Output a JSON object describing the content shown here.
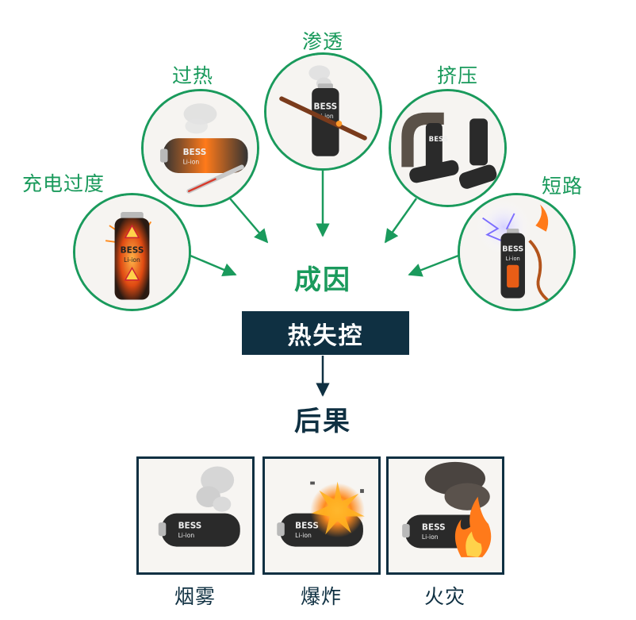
{
  "colors": {
    "accent_green": "#1a9a5c",
    "navy": "#0f3042",
    "battery_body": "#2a2a2a",
    "fire": "#ff7a1a"
  },
  "causes": {
    "overcharge": {
      "label": "充电过度",
      "icon": "overcharged-battery-icon",
      "battery_text": "BESS",
      "battery_subtext": "Li-ion"
    },
    "overheat": {
      "label": "过热",
      "icon": "overheated-battery-thermometer-icon",
      "battery_text": "BESS",
      "battery_subtext": "Li-ion"
    },
    "penetration": {
      "label": "渗透",
      "icon": "nail-penetration-battery-icon",
      "battery_text": "BESS",
      "battery_subtext": "Li-ion"
    },
    "crush": {
      "label": "挤压",
      "icon": "crushed-battery-vise-icon",
      "battery_text": "BESS",
      "battery_subtext": ""
    },
    "short_circuit": {
      "label": "短路",
      "icon": "short-circuit-battery-icon",
      "battery_text": "BESS",
      "battery_subtext": "Li-ion"
    }
  },
  "center": {
    "causes_label": "成因"
  },
  "title": {
    "label": "热失控"
  },
  "result": {
    "label": "后果"
  },
  "effects": {
    "smoke": {
      "label": "烟雾",
      "icon": "smoking-battery-icon",
      "battery_text": "BESS",
      "battery_subtext": "Li-ion"
    },
    "explosion": {
      "label": "爆炸",
      "icon": "exploding-battery-icon",
      "battery_text": "BESS",
      "battery_subtext": "Li-ion"
    },
    "fire": {
      "label": "火灾",
      "icon": "burning-battery-icon",
      "battery_text": "BESS",
      "battery_subtext": "Li-ion"
    }
  }
}
